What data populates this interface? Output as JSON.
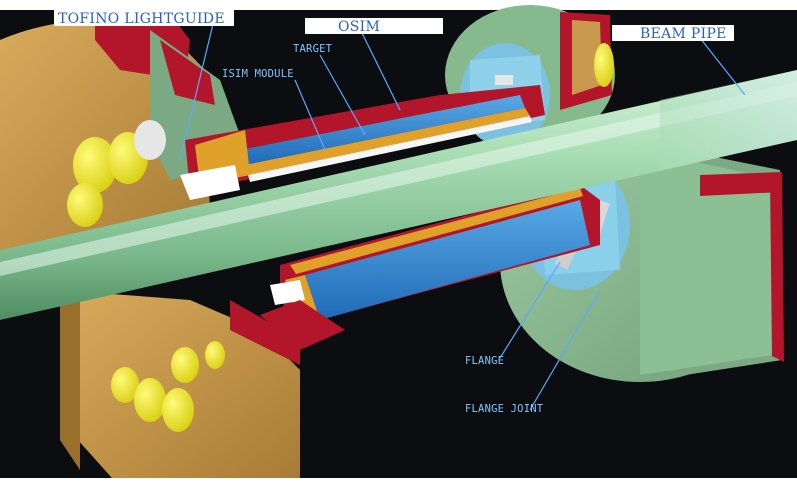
{
  "labels": {
    "tofino_lightguide": "TOFINO LIGHTGUIDE",
    "osim": "OSIM",
    "beam_pipe": "BEAM PIPE",
    "target": "TARGET",
    "isim_module": "ISIM MODULE",
    "flange": "FLANGE",
    "flange_joint": "FLANGE JOINT"
  },
  "colors": {
    "background": "#0b0d10",
    "beam_pipe": "#8fcfa2",
    "tan_hub": "#c99a4e",
    "red_frame": "#b3162b",
    "blue_module": "#2f86d3",
    "gold_layer": "#e0a12b",
    "green_disc": "#86b98d",
    "light_blue_flange": "#7cc1df",
    "yellow_hole": "#f1ea2a",
    "label_text_top": "#2a5fc4",
    "label_text_technical": "#7fc6ff"
  }
}
